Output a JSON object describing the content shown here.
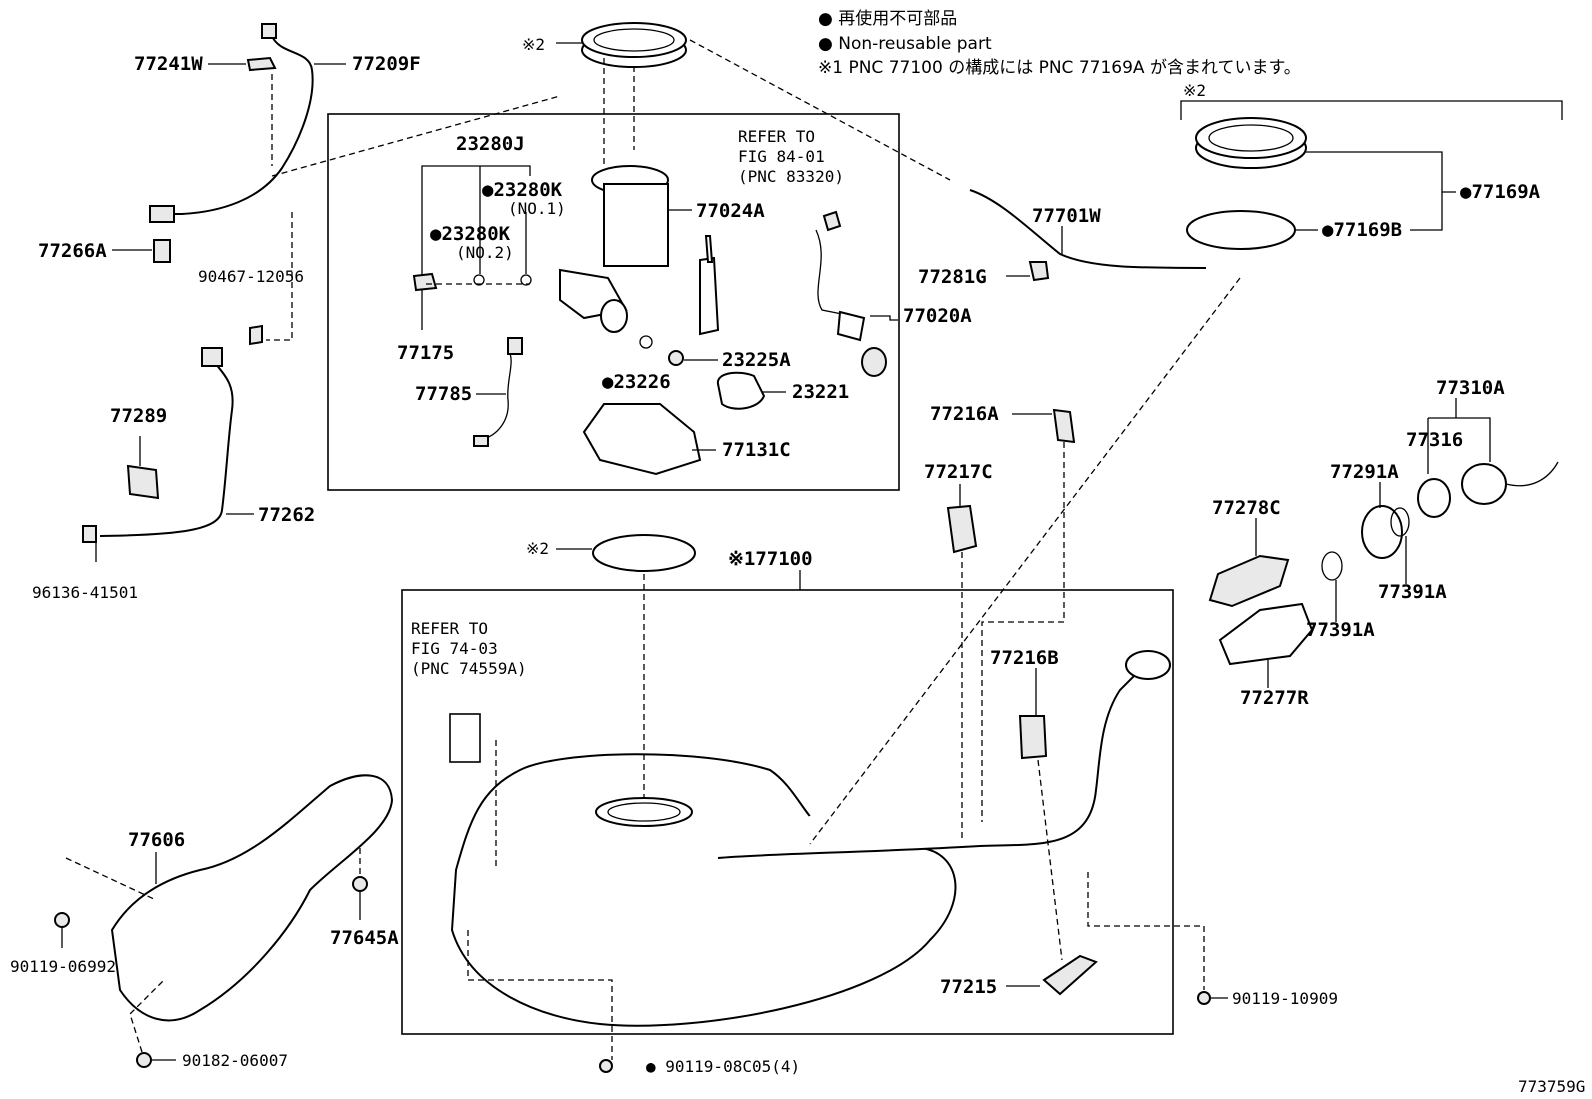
{
  "notes": {
    "line1": "● 再使用不可部品",
    "line2": "● Non-reusable part",
    "line3": "※1 PNC 77100 の構成には PNC 77169A が含まれています。"
  },
  "figure_id": "773759G",
  "refs": {
    "ref1": [
      "REFER TO",
      "FIG 84-01",
      "(PNC 83320)"
    ],
    "ref2": [
      "REFER TO",
      "FIG 74-03",
      "(PNC 74559A)"
    ]
  },
  "labels": {
    "p77241W": "77241W",
    "p77209F": "77209F",
    "p77266A": "77266A",
    "p90467": "90467-12056",
    "p77289": "77289",
    "p77262": "77262",
    "p96136": "96136-41501",
    "p23280J": "23280J",
    "p23280K1": "●23280K",
    "p23280K1sub": "(NO.1)",
    "p23280K2": "●23280K",
    "p23280K2sub": "(NO.2)",
    "p77175": "77175",
    "p77785": "77785",
    "p77024A": "77024A",
    "p77020A": "77020A",
    "p23225A": "23225A",
    "p23226": "●23226",
    "p23221": "23221",
    "p77131C": "77131C",
    "pMark2top": "※2",
    "pMark2mid": "※2",
    "pMark2right": "※2",
    "p77100": "※177100",
    "p77701W": "77701W",
    "p77281G": "77281G",
    "p77169A": "●77169A",
    "p77169B": "●77169B",
    "p77216A": "77216A",
    "p77217C": "77217C",
    "p77216B": "77216B",
    "p77215": "77215",
    "p90119_10909": "90119-10909",
    "p90119_08C05": "● 90119-08C05(4)",
    "p77310A": "77310A",
    "p77316": "77316",
    "p77291A": "77291A",
    "p77278C": "77278C",
    "p77391A_a": "77391A",
    "p77391A_b": "77391A",
    "p77277R": "77277R",
    "p77606": "77606",
    "p77645A": "77645A",
    "p90119_06992": "90119-06992",
    "p90182": "90182-06007"
  }
}
